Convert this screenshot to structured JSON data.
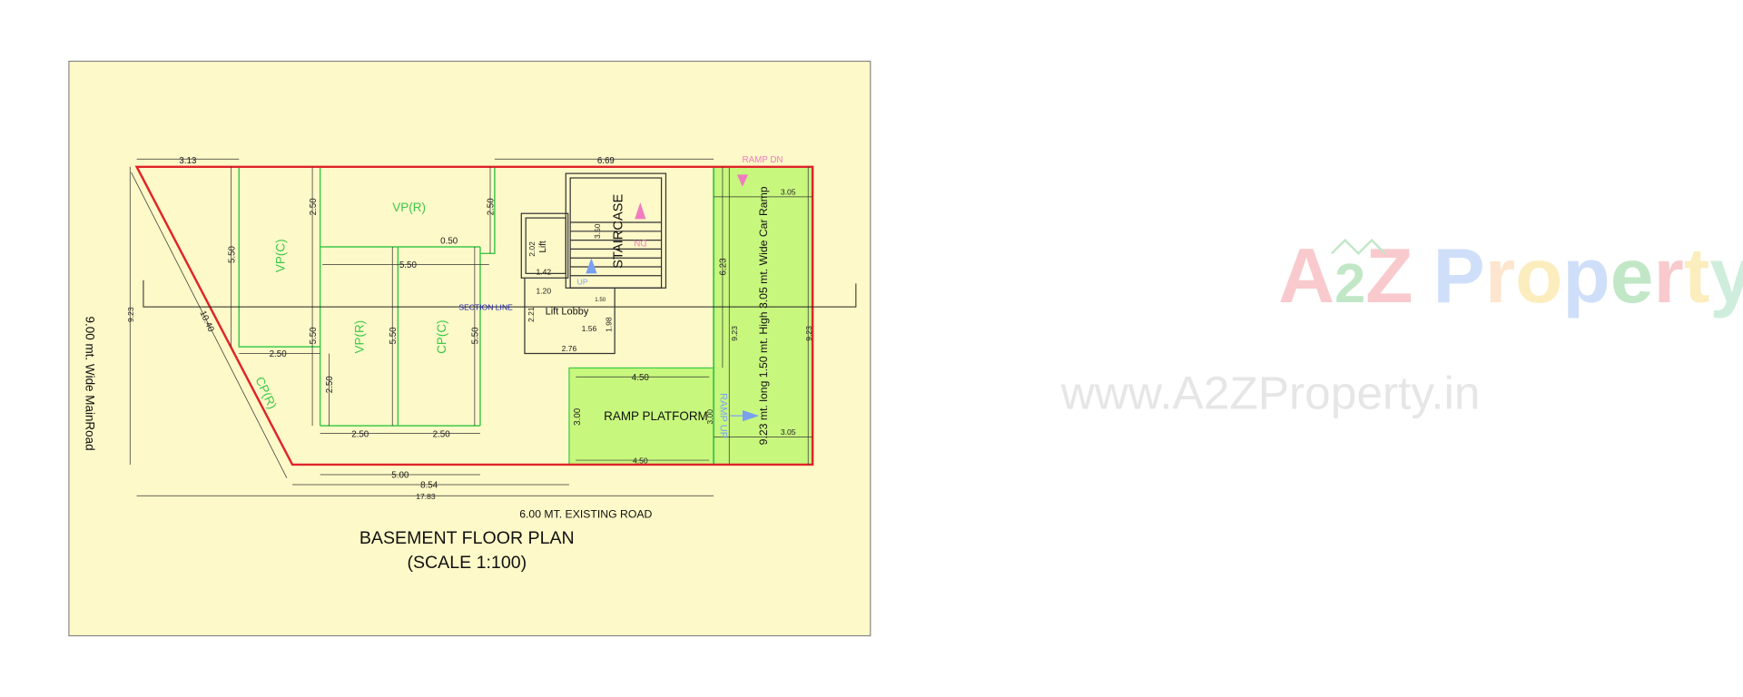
{
  "plan": {
    "title": "BASEMENT FLOOR PLAN",
    "scale": "(SCALE 1:100)",
    "main_road": "9.00 mt. Wide MainRoad",
    "existing_road": "6.00 MT. EXISTING ROAD",
    "section_line": "SECTION LINE",
    "zones": {
      "vp_r_top": "VP(R)",
      "vp_c": "VP(C)",
      "vp_r": "VP(R)",
      "cp_c": "CP(C)",
      "cp_r": "CP(R)",
      "staircase": "STAIRCASE",
      "lift": "Lift",
      "lift_lobby": "Lift Lobby",
      "ramp_platform": "RAMP PLATFORM",
      "ramp_dn": "RAMP DN",
      "ramp_up": "RAMP UP",
      "stair_dn": "DN",
      "stair_up": "UP",
      "car_ramp": "9.23 mt. long 1.50 mt. High 3.05 mt. Wide Car Ramp"
    },
    "dimensions": {
      "top_left": "3.13",
      "top_mid": "6.69",
      "vpr_h1": "2.50",
      "vpr_h2": "2.50",
      "vpc_h": "5.50",
      "gap": "0.50",
      "inner_w": "5.50",
      "left_h": "9.23",
      "diag": "10.40",
      "vpc_lower": "5.50",
      "vpr_h": "5.50",
      "cpc_h": "5.50",
      "cpc_h2": "5.50",
      "vpc_w": "2.50",
      "cpr_h": "2.50",
      "vpr_w": "2.50",
      "cpc_w": "2.50",
      "bot_500": "5.00",
      "bot_854": "8.54",
      "bot_1783": "17.83",
      "stair_h": "3.50",
      "lift_h": "2.02",
      "lift_w1": "1.42",
      "lift_w2": "1.20",
      "lobby_h": "2.21",
      "lobby_w": "1.56",
      "lobby_h2": "1.98",
      "lobby_w2": "2.76",
      "landing": "1.50",
      "ramp_623": "6.23",
      "ramp_923a": "9.23",
      "ramp_923b": "9.23",
      "ramp_w_top": "3.05",
      "ramp_w_bot": "3.05",
      "plat_w_top": "4.50",
      "plat_w_bot": "4.50",
      "plat_h1": "3.00",
      "plat_h2": "3.00"
    }
  },
  "watermark": {
    "logo_a": "A",
    "logo_2": "2",
    "logo_z": "Z",
    "logo_property": [
      "P",
      "r",
      "o",
      "p",
      "e",
      "r",
      "t",
      "y"
    ],
    "url": "www.A2ZProperty.in"
  },
  "colors": {
    "paper": "#fef9c8",
    "boundary": "#e0242a",
    "parking": "#3cc94a",
    "ramp_fill": "#c8f77e",
    "section": "#1a1aa8",
    "pink": "#f07cc0",
    "blue": "#7aa0f0"
  }
}
